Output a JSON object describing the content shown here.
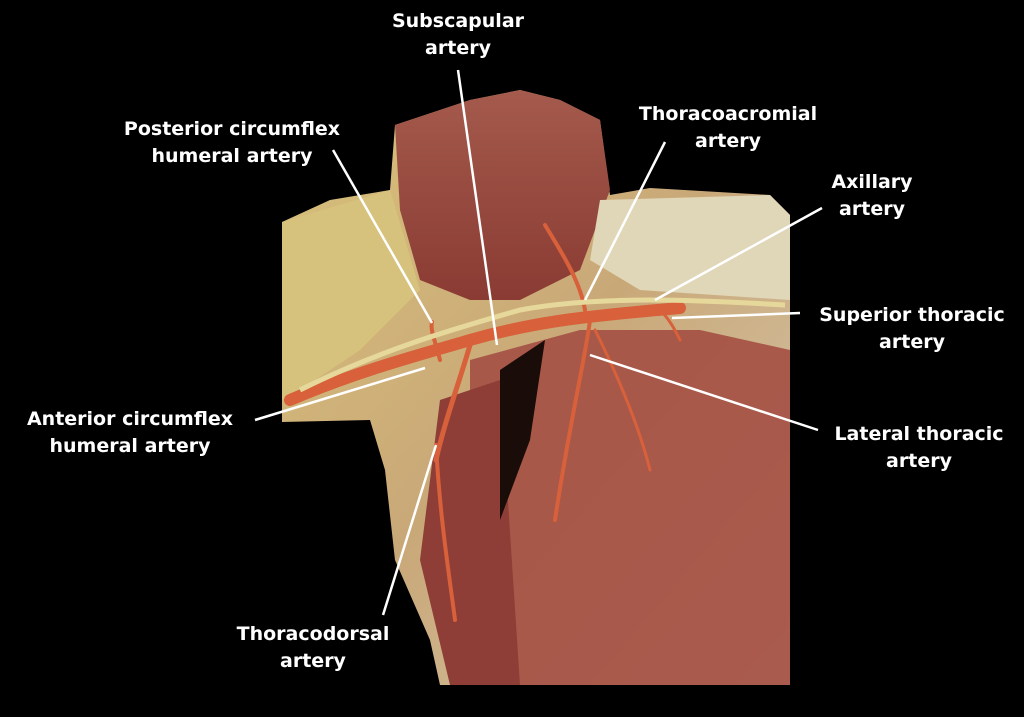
{
  "labels": {
    "subscapular": {
      "line1": "Subscapular",
      "line2": "artery"
    },
    "posterior_circumflex": {
      "line1": "Posterior circumflex",
      "line2": "humeral artery"
    },
    "thoracoacromial": {
      "line1": "Thoracoacromial",
      "line2": "artery"
    },
    "axillary": {
      "line1": "Axillary",
      "line2": "artery"
    },
    "superior_thoracic": {
      "line1": "Superior thoracic",
      "line2": "artery"
    },
    "lateral_thoracic": {
      "line1": "Lateral thoracic",
      "line2": "artery"
    },
    "anterior_circumflex": {
      "line1": "Anterior circumflex",
      "line2": "humeral artery"
    },
    "thoracodorsal": {
      "line1": "Thoracodorsal",
      "line2": "artery"
    }
  },
  "colors": {
    "background": "#000000",
    "label": "#ffffff",
    "artery": "#d8603a",
    "muscle": "#9c4a3c",
    "fascia": "#d8c690"
  }
}
